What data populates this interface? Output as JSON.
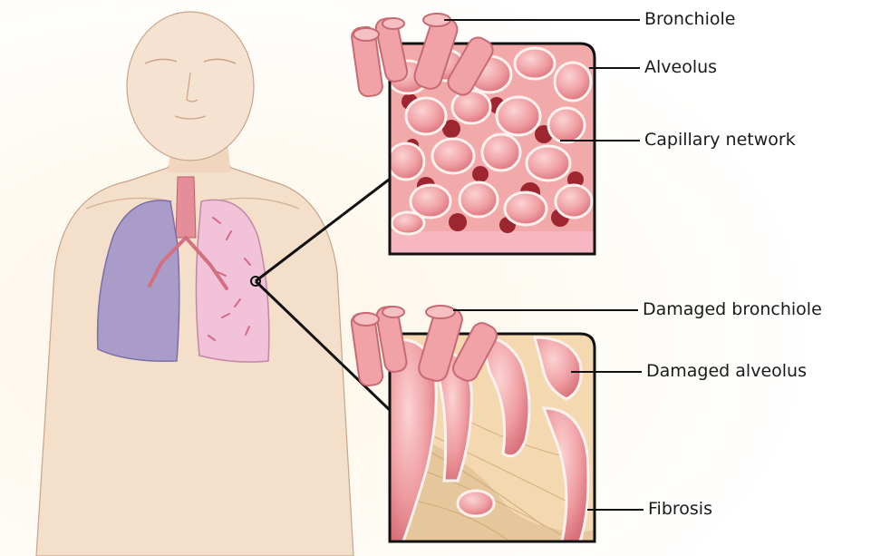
{
  "labels": {
    "bronchiole": "Bronchiole",
    "alveolus": "Alveolus",
    "capillary_network": "Capillary network",
    "damaged_bronchiole": "Damaged bronchiole",
    "damaged_alveolus": "Damaged alveolus",
    "fibrosis": "Fibrosis"
  },
  "colors": {
    "background": "#fdf8ec",
    "skin": "#f3dcc6",
    "skin_line": "#c9a38a",
    "healthy_lung": "#a99cc9",
    "fibrotic_lung": "#f2c2d8",
    "trachea": "#e58d98",
    "tissue": "#f0a2a6",
    "tissue_dark": "#d16f78",
    "capillary": "#a52b36",
    "fibrosis": "#dcc5a0",
    "outline": "#111111"
  }
}
